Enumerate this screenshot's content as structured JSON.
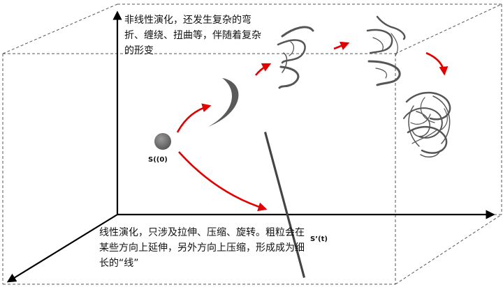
{
  "annotations": {
    "nonlinear_note": "非线性演化，还发生复杂的弯折、缠绕、扭曲等，伴随着复杂的形变",
    "linear_note": "线性演化，只涉及拉伸、压缩、旋转。粗粒会在某些方向上延伸，另外方向上压缩，形成成为细长的“线”"
  },
  "labels": {
    "initial_state": "S((0)",
    "evolved_state": "S’(t)"
  },
  "colors": {
    "arrow": "#e30000",
    "axis": "#000000",
    "box_dashed": "#555555",
    "blob": "#7a7a7a"
  }
}
